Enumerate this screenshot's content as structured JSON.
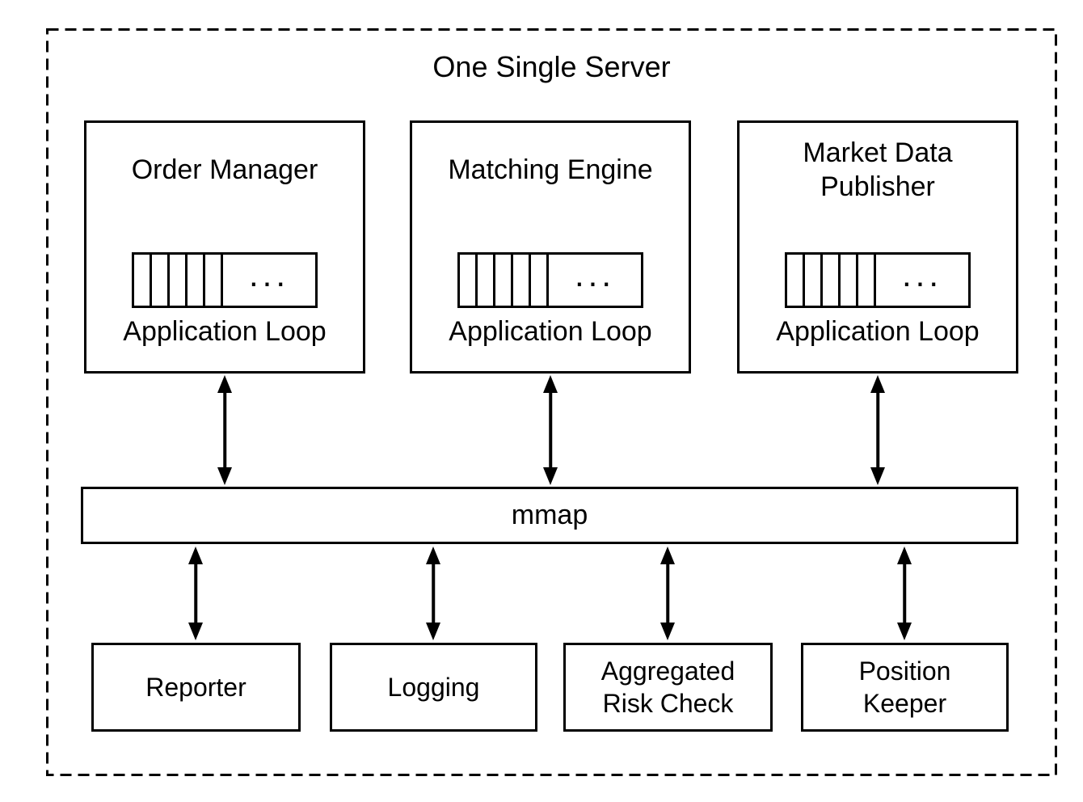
{
  "title": "One Single Server",
  "top_boxes": [
    {
      "name": "Order Manager",
      "ellipsis": "...",
      "loop_label": "Application Loop"
    },
    {
      "name": "Matching Engine",
      "ellipsis": "...",
      "loop_label": "Application Loop"
    },
    {
      "name": "Market Data Publisher",
      "ellipsis": "...",
      "loop_label": "Application Loop"
    }
  ],
  "bus": {
    "label": "mmap"
  },
  "bottom_boxes": [
    {
      "name": "Reporter"
    },
    {
      "name": "Logging"
    },
    {
      "name": "Aggregated Risk Check"
    },
    {
      "name": "Position Keeper"
    }
  ],
  "colors": {
    "stroke": "#000000",
    "background": "#ffffff"
  }
}
